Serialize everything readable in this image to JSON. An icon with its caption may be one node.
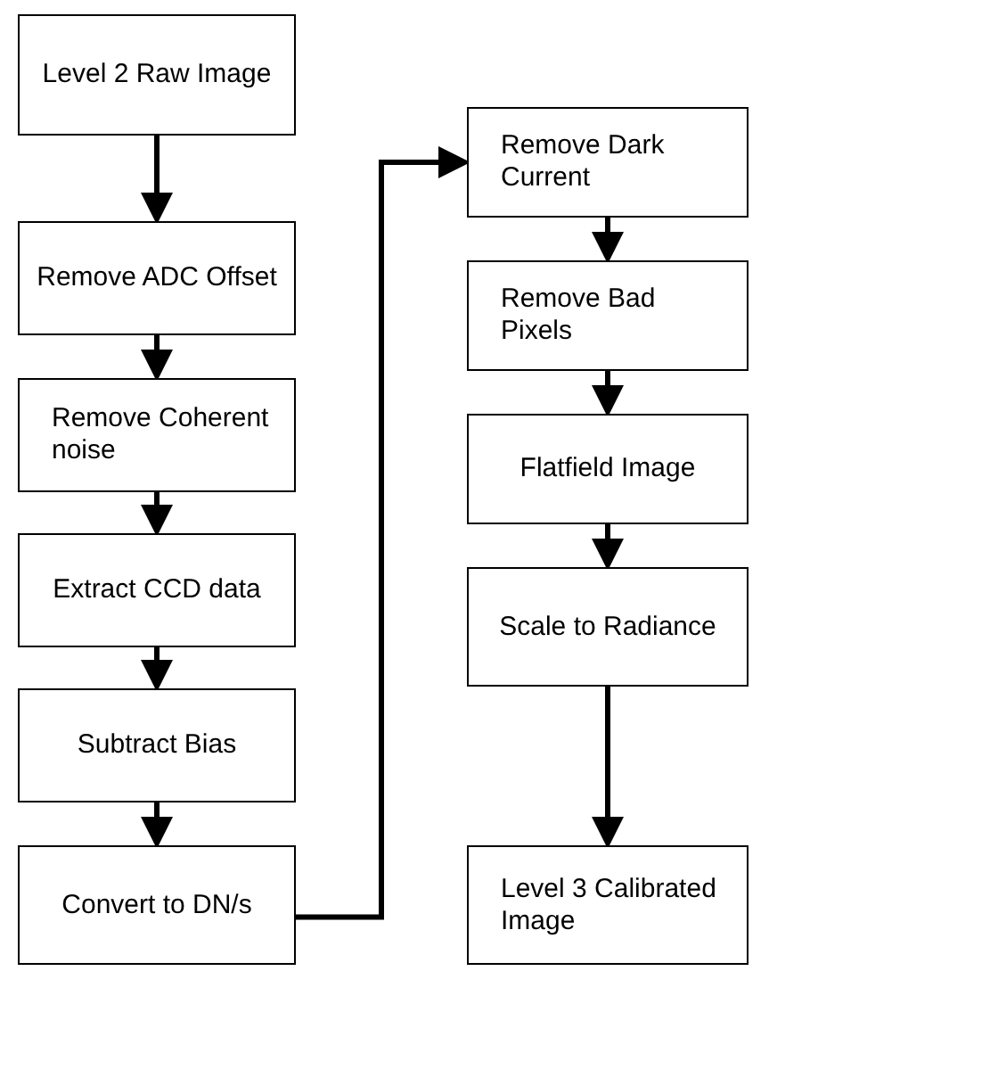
{
  "diagram": {
    "nodes": [
      {
        "text": [
          "Level 2 Raw Image"
        ]
      },
      {
        "text": [
          "Remove ADC Offset"
        ]
      },
      {
        "text": [
          "Remove Coherent noise"
        ]
      },
      {
        "text": [
          "Extract CCD data"
        ]
      },
      {
        "text": [
          "Subtract Bias"
        ]
      },
      {
        "text": [
          "Convert to DN/s"
        ]
      },
      {
        "text": [
          "Remove Dark Current"
        ]
      },
      {
        "text": [
          "Remove Bad Pixels"
        ]
      },
      {
        "text": [
          "Flatfield Image"
        ]
      },
      {
        "text": [
          "Scale to Radiance"
        ]
      },
      {
        "text": [
          "Level 3 Calibrated Image"
        ]
      }
    ],
    "edges": [
      {
        "from": 0,
        "to": 1,
        "arrow": "to"
      },
      {
        "from": 1,
        "to": 2,
        "arrow": "to"
      },
      {
        "from": 2,
        "to": 3,
        "arrow": "to"
      },
      {
        "from": 3,
        "to": 4,
        "arrow": "to"
      },
      {
        "from": 4,
        "to": 5,
        "arrow": "to"
      },
      {
        "from": 5,
        "to": 6,
        "arrow": "to"
      },
      {
        "from": 6,
        "to": 7,
        "arrow": "to"
      },
      {
        "from": 7,
        "to": 8,
        "arrow": "to"
      },
      {
        "from": 8,
        "to": 9,
        "arrow": "to"
      },
      {
        "from": 9,
        "to": 10,
        "arrow": "to"
      }
    ]
  }
}
